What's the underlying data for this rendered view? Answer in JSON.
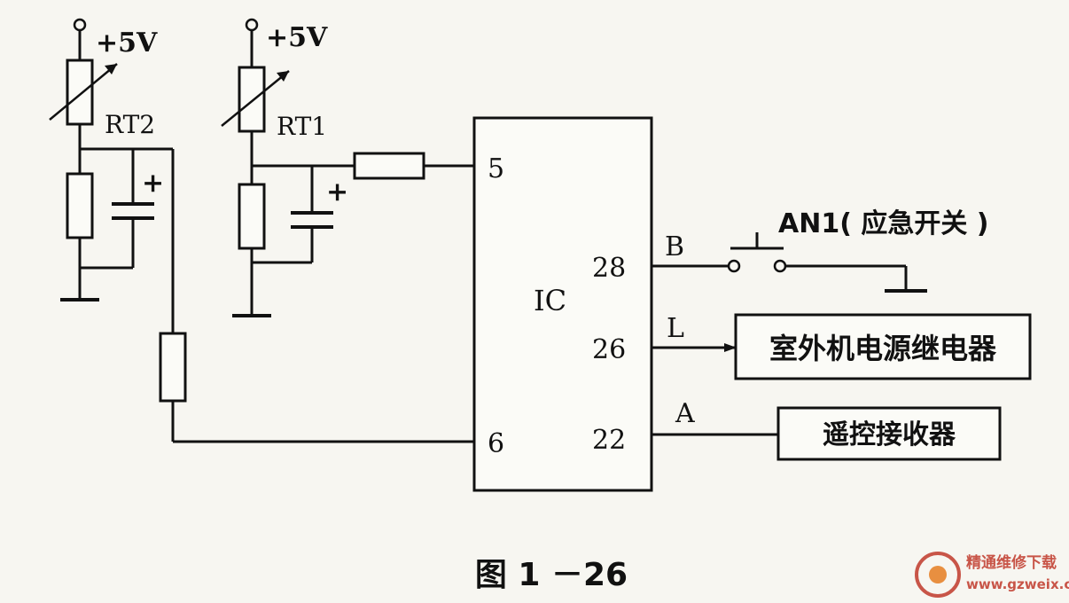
{
  "labels": {
    "supply_left": "+5V",
    "supply_right": "+5V",
    "rt2": "RT2",
    "rt1": "RT1",
    "cap_plus": "+",
    "ic": "IC",
    "pin5": "5",
    "pin6": "6",
    "pin28": "28",
    "pin26": "26",
    "pin22": "22",
    "net_b": "B",
    "net_l": "L",
    "net_a": "A",
    "switch": "AN1( 应急开关 )"
  },
  "blocks": {
    "relay": "室外机电源继电器",
    "receiver": "遥控接收器"
  },
  "caption": "图 1 －26",
  "watermark": {
    "name": "精通维修下载",
    "url": "www.gzweix.com"
  },
  "colors": {
    "ink": "#111111",
    "paper": "#f7f6f1",
    "watermark": "#c0392b"
  }
}
